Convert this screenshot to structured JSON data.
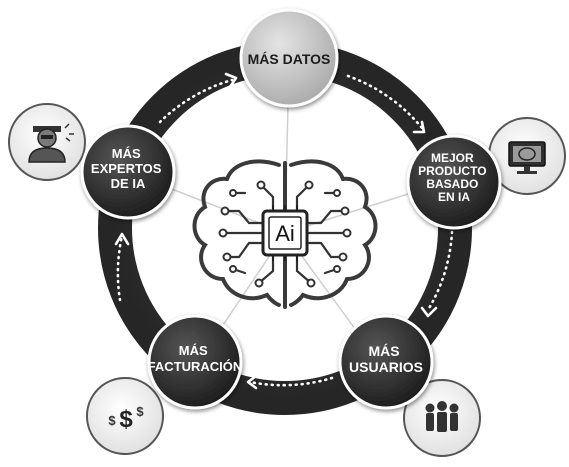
{
  "cycle_nodes": [
    {
      "id": "mas-datos",
      "lines": [
        "MÁS DATOS"
      ]
    },
    {
      "id": "mejor-producto",
      "lines": [
        "MEJOR",
        "PRODUCTO",
        "BASADO",
        "EN IA"
      ]
    },
    {
      "id": "mas-usuarios",
      "lines": [
        "MÁS",
        "USUARIOS"
      ]
    },
    {
      "id": "mas-facturacion",
      "lines": [
        "MÁS",
        "FACTURACIÓN"
      ]
    },
    {
      "id": "mas-expertos",
      "lines": [
        "MÁS",
        "EXPERTOS",
        "DE IA"
      ]
    }
  ],
  "center": {
    "chip_label": "Ai",
    "icon": "brain-circuit-icon"
  },
  "side_icons": [
    {
      "id": "expert",
      "icon": "ai-expert-person-icon"
    },
    {
      "id": "monitor",
      "icon": "brain-monitor-icon"
    },
    {
      "id": "users",
      "icon": "users-group-icon"
    },
    {
      "id": "money",
      "icon": "dollar-signs-icon",
      "text": "$$$"
    }
  ],
  "colors": {
    "ring": "#333333",
    "node_dark": "#2a2a2a",
    "node_light": "#c4c4c4",
    "arrows": "#ffffff",
    "background": "#ffffff"
  }
}
